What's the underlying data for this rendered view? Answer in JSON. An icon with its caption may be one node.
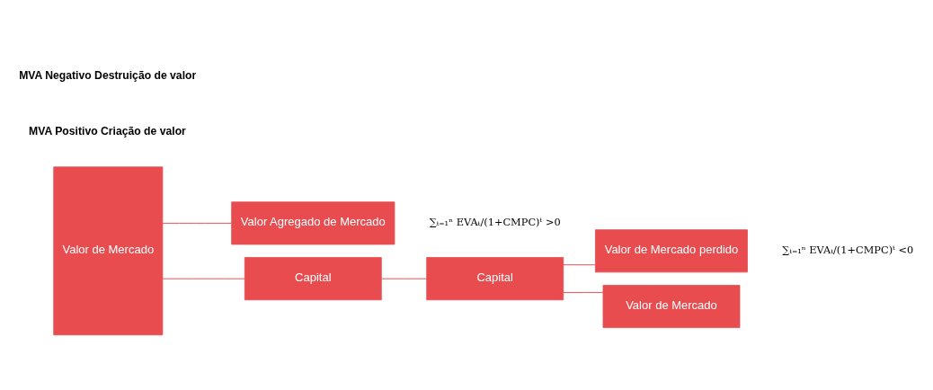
{
  "diagram": {
    "nodes": [
      {
        "text": [
          "Valor de Mercado"
        ]
      },
      {
        "text": [
          "Valor Agregado de Mercado"
        ],
        "beside": [
          "∑ₜ₌₁ⁿ EVAₜ/(1+CMPC)ᵗ >0"
        ]
      },
      {
        "text": [
          "Capital"
        ]
      },
      {
        "text": [
          "Capital"
        ]
      },
      {
        "text": [
          "Valor de Mercado perdido"
        ],
        "beside": [
          "∑ₜ₌₁ⁿ EVAₜ/(1+CMPC)ᵗ <0"
        ]
      },
      {
        "text": [
          "Valor de Mercado"
        ]
      }
    ],
    "edges": [
      {
        "from": 0,
        "to": 1,
        "arrow": "none"
      },
      {
        "from": 0,
        "to": 2,
        "arrow": "none"
      },
      {
        "from": 2,
        "to": 3,
        "arrow": "none"
      },
      {
        "from": 3,
        "to": 4,
        "arrow": "none"
      },
      {
        "from": 3,
        "to": 5,
        "arrow": "none"
      }
    ],
    "labels": [
      "MVA Positivo Criação de valor",
      "MVA Negativo Destruição de valor"
    ]
  }
}
